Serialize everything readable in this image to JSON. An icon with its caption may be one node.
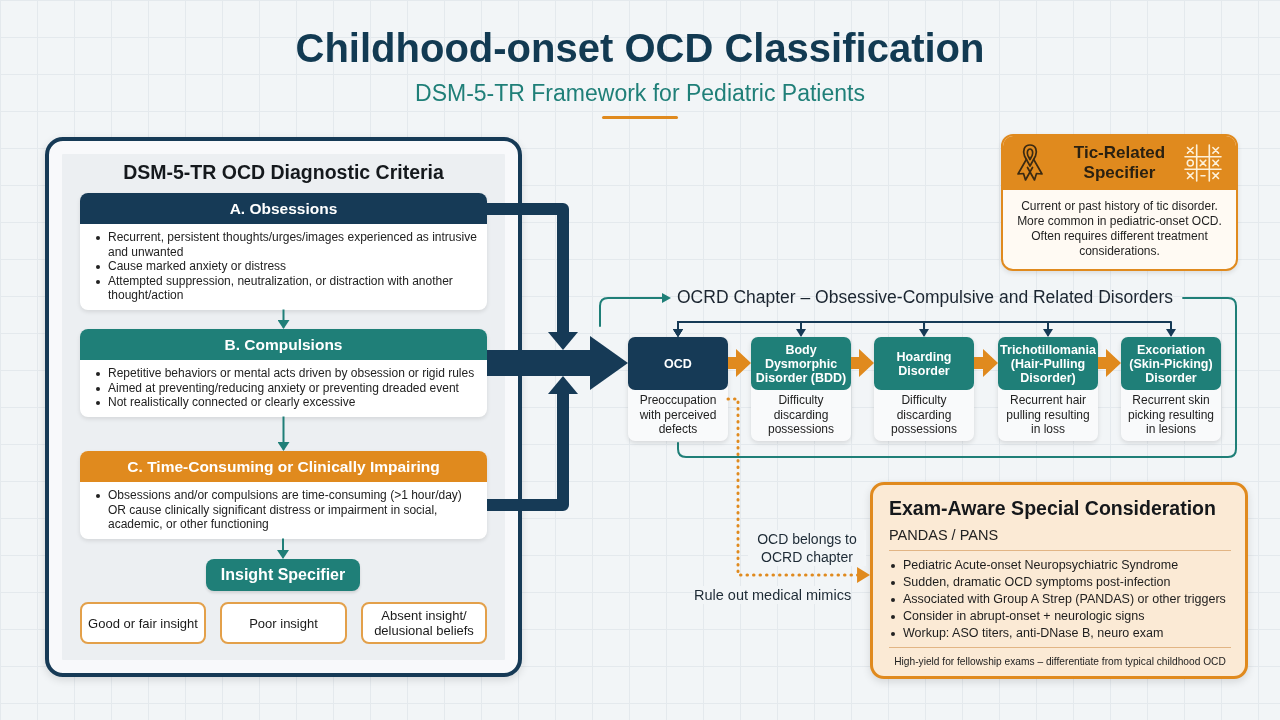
{
  "diagram": {
    "title": "Childhood-onset OCD Classification",
    "nodes": [
      {
        "text": [
          "DSM-5-TR OCD Diagnostic Criteria"
        ]
      },
      {
        "text": [
          "A. Obsessions",
          "Recurrent, persistent thoughts/urges/images experienced as intrusive and unwanted",
          "Cause marked anxiety or distress",
          "Attempted suppression, neutralization, or distraction with another thought/action"
        ],
        "in": 0
      },
      {
        "text": [
          "B. Compulsions",
          "Repetitive behaviors or mental acts driven by obsession or rigid rules",
          "Aimed at preventing/reducing anxiety or preventing dreaded event",
          "Not realistically connected or clearly excessive"
        ],
        "in": 0
      },
      {
        "text": [
          "C. Time-Consuming or Clinically Impairing",
          "Obsessions and/or compulsions are time-consuming (>1 hour/day) OR cause clinically significant distress or impairment in social, academic, or other functioning"
        ],
        "in": 0
      },
      {
        "text": [
          "Insight Specifier"
        ],
        "in": 0
      },
      {
        "text": [
          "Good or fair insight"
        ],
        "in": 0
      },
      {
        "text": [
          "Poor insight"
        ],
        "in": 0
      },
      {
        "text": [
          "Absent insight/ delusional beliefs"
        ],
        "in": 0
      },
      {
        "text": [
          "Tic-Related Specifier",
          "Current or past history of tic disorder. More common in pediatric-onset OCD. Often requires different treatment considerations."
        ]
      },
      {
        "text": [
          "OCRD Chapter – Obsessive-Compulsive and Related Disorders"
        ]
      },
      {
        "text": [
          "OCD",
          "Preoccupation with perceived defects"
        ],
        "in": 9
      },
      {
        "text": [
          "Body Dysmorphic Disorder (BDD)",
          "Difficulty discarding possessions"
        ],
        "in": 9
      },
      {
        "text": [
          "Hoarding Disorder",
          "Difficulty discarding possessions"
        ],
        "in": 9
      },
      {
        "text": [
          "Trichotillomania (Hair-Pulling Disorder)",
          "Recurrent hair pulling resulting in loss"
        ],
        "in": 9
      },
      {
        "text": [
          "Excoriation (Skin-Picking) Disorder",
          "Recurrent skin picking resulting in lesions"
        ],
        "in": 9
      },
      {
        "text": [
          "Exam-Aware Special Consideration",
          "PANDAS / PANS",
          "Pediatric Acute-onset Neuropsychiatric Syndrome",
          "Sudden, dramatic OCD symptoms post-infection",
          "Associated with Group A Strep (PANDAS) or other triggers",
          "Consider in abrupt-onset + neurologic signs",
          "Workup: ASO titers, anti-DNase B, neuro exam",
          "High-yield for fellowship exams – differentiate from typical childhood OCD"
        ]
      }
    ],
    "edges": [
      {
        "from": 1,
        "to": 10,
        "arrow": "to",
        "style": "thick"
      },
      {
        "from": 2,
        "to": 10,
        "arrow": "to",
        "style": "thick"
      },
      {
        "from": 3,
        "to": 10,
        "arrow": "to",
        "style": "thick"
      },
      {
        "from": 1,
        "to": 2,
        "arrow": "to",
        "color": "#1f7f78"
      },
      {
        "from": 2,
        "to": 3,
        "arrow": "to",
        "color": "#1f7f78"
      },
      {
        "from": 3,
        "to": 4,
        "arrow": "to",
        "color": "#1f7f78"
      },
      {
        "from": 10,
        "to": 11,
        "arrow": "to",
        "style": "thick",
        "color": "#e08a1e"
      },
      {
        "from": 11,
        "to": 12,
        "arrow": "to",
        "style": "thick",
        "color": "#e08a1e"
      },
      {
        "from": 12,
        "to": 13,
        "arrow": "to",
        "style": "thick",
        "color": "#e08a1e"
      },
      {
        "from": 13,
        "to": 14,
        "arrow": "to",
        "style": "thick",
        "color": "#e08a1e"
      },
      {
        "from": 10,
        "to": 11,
        "arrow": "both"
      },
      {
        "from": 10,
        "to": 12,
        "arrow": "both"
      },
      {
        "from": 10,
        "to": 13,
        "arrow": "both"
      },
      {
        "from": 10,
        "to": 14,
        "arrow": "both"
      },
      {
        "from": 10,
        "to": 15,
        "arrow": "to",
        "style": "dashed",
        "color": "#e08a1e",
        "label": "OCD belongs to OCRD chapter"
      }
    ],
    "labels": [
      "DSM-5-TR Framework for Pediatric Patients",
      "Rule out medical mimics"
    ]
  }
}
